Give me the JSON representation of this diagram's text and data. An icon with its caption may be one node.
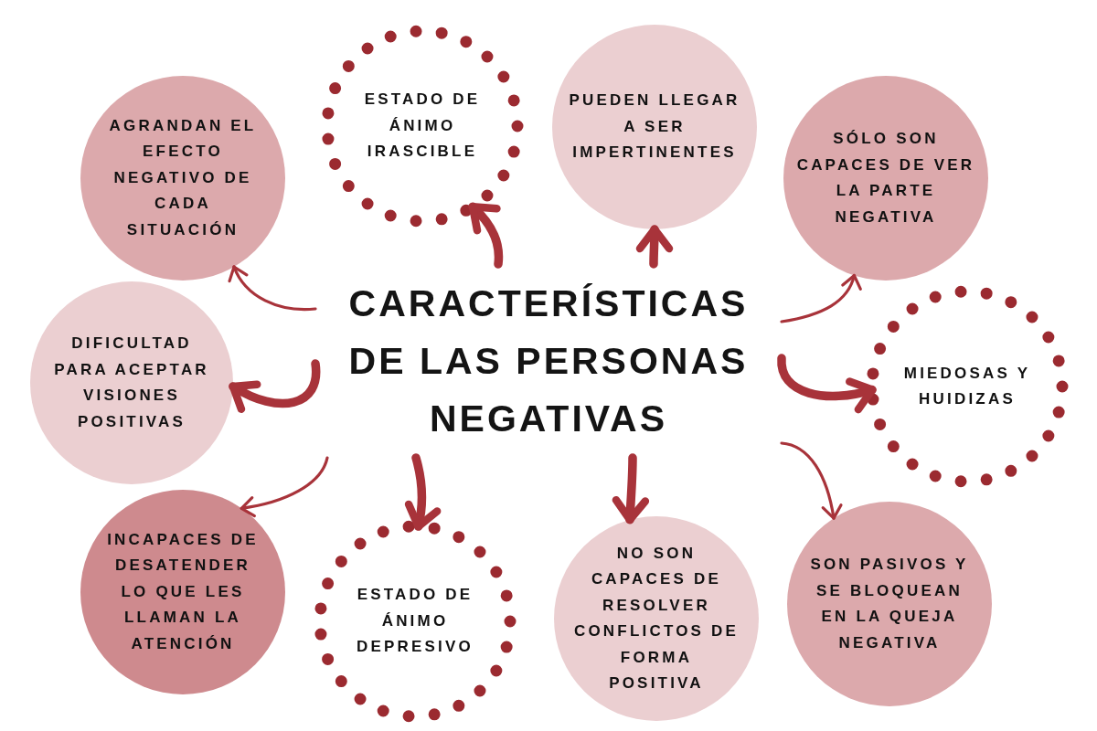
{
  "diagram": {
    "nodes": [
      {
        "text": [
          "AGRANDAN EL EFECTO NEGATIVO DE CADA SITUACIÓN"
        ]
      },
      {
        "text": [
          "ESTADO DE ÁNIMO IRASCIBLE"
        ]
      },
      {
        "text": [
          "PUEDEN LLEGAR A SER IMPERTINENTES"
        ]
      },
      {
        "text": [
          "SÓLO SON CAPACES DE VER LA PARTE NEGATIVA"
        ]
      },
      {
        "text": [
          "DIFICULTAD PARA ACEPTAR VISIONES POSITIVAS"
        ]
      },
      {
        "text": [
          "CARACTERÍSTICAS DE LAS PERSONAS NEGATIVAS"
        ]
      },
      {
        "text": [
          "MIEDOSAS Y HUIDIZAS"
        ]
      },
      {
        "text": [
          "INCAPACES DE DESATENDER LO QUE LES LLAMAN LA ATENCIÓN"
        ]
      },
      {
        "text": [
          "ESTADO DE ÁNIMO DEPRESIVO"
        ]
      },
      {
        "text": [
          "NO SON CAPACES DE RESOLVER CONFLICTOS DE FORMA POSITIVA"
        ]
      },
      {
        "text": [
          "SON PASIVOS Y SE BLOQUEAN EN LA QUEJA NEGATIVA"
        ]
      }
    ],
    "edges": [
      {
        "from": 5,
        "to": 0,
        "arrow": "to"
      },
      {
        "from": 5,
        "to": 1,
        "arrow": "to"
      },
      {
        "from": 5,
        "to": 2,
        "arrow": "to"
      },
      {
        "from": 5,
        "to": 3,
        "arrow": "to"
      },
      {
        "from": 5,
        "to": 4,
        "arrow": "to"
      },
      {
        "from": 5,
        "to": 6,
        "arrow": "to"
      },
      {
        "from": 5,
        "to": 7,
        "arrow": "to"
      },
      {
        "from": 5,
        "to": 8,
        "arrow": "to"
      },
      {
        "from": 5,
        "to": 9,
        "arrow": "to"
      },
      {
        "from": 5,
        "to": 10,
        "arrow": "to"
      }
    ]
  }
}
